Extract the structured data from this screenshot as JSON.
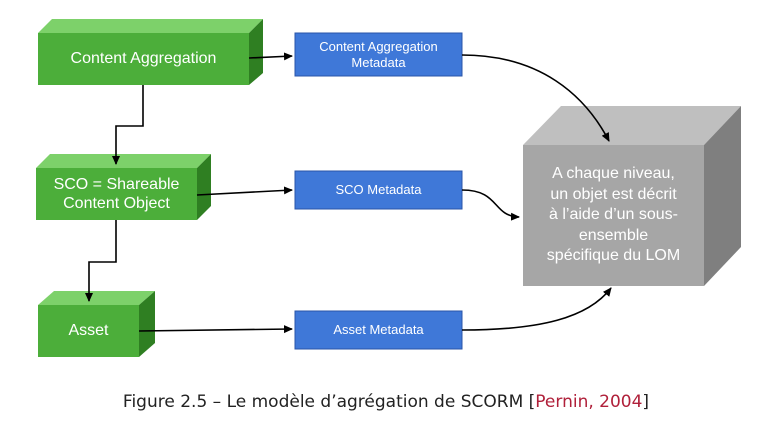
{
  "nodes": {
    "content_aggregation": {
      "label": "Content Aggregation"
    },
    "sco": {
      "line1": "SCO = Shareable",
      "line2": "Content Object"
    },
    "asset": {
      "label": "Asset"
    },
    "content_aggregation_metadata": {
      "line1": "Content Aggregation",
      "line2": "Metadata"
    },
    "sco_metadata": {
      "label": "SCO Metadata"
    },
    "asset_metadata": {
      "label": "Asset Metadata"
    },
    "lom_cube": {
      "lines": [
        "A chaque niveau,",
        "un objet est décrit",
        "à l’aide d’un sous-",
        "ensemble",
        "spécifique du LOM"
      ]
    }
  },
  "caption": {
    "text": "Figure 2.5 – Le modèle d’agrégation de SCORM [",
    "citation": "Pernin, 2004",
    "close": "]"
  },
  "colors": {
    "green_front": "#4cae3a",
    "green_top": "#7dd16a",
    "green_side": "#2f7f22",
    "blue_fill": "#3f78d8",
    "blue_border": "#2a55a8",
    "cube_front": "#a6a6a6",
    "cube_top": "#bfbfbf",
    "cube_side": "#7f7f7f",
    "citation": "#b0203a"
  }
}
